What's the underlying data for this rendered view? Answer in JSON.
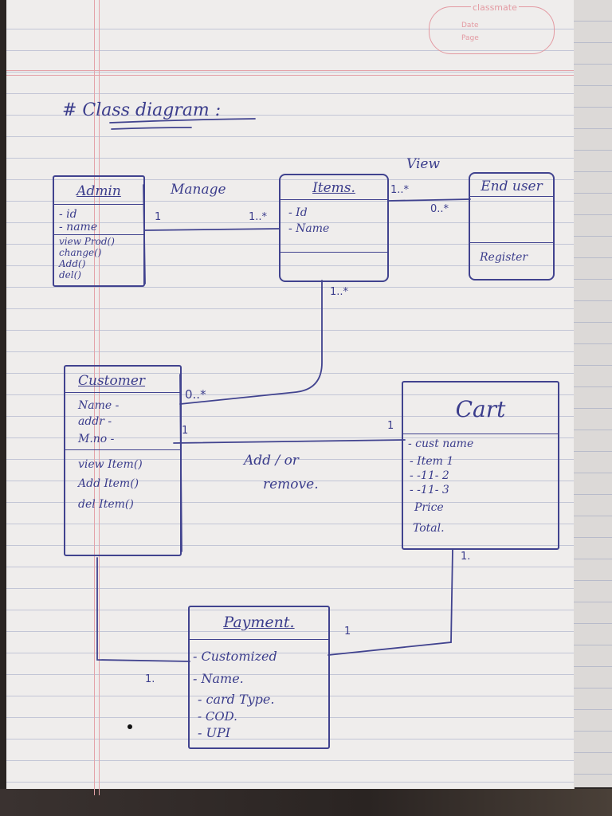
{
  "header": {
    "brand": "classmate",
    "date_label": "Date",
    "page_label": "Page"
  },
  "title": "# Class diagram :",
  "classes": {
    "admin": {
      "name": "Admin",
      "attributes": [
        "- id",
        "- name"
      ],
      "methods": [
        "view Prod()",
        "change()",
        "Add()",
        "del()"
      ]
    },
    "items": {
      "name": "Items.",
      "attributes": [
        "- Id",
        "- Name"
      ],
      "methods": []
    },
    "end_user": {
      "name": "End user",
      "attributes": [],
      "methods": [
        "Register"
      ]
    },
    "customer": {
      "name": "Customer",
      "attributes": [
        "Name -",
        "addr -",
        "M.no -"
      ],
      "methods": [
        "view Item()",
        "Add Item()",
        "del Item()"
      ]
    },
    "cart": {
      "name": "Cart",
      "attributes": [
        "- cust name",
        "- Item 1",
        "- -11- 2",
        "- -11- 3",
        "Price",
        "Total."
      ],
      "methods": []
    },
    "payment": {
      "name": "Payment.",
      "attributes": [
        "- Customized",
        "- Name.",
        "- card Type.",
        "- COD.",
        "- UPI"
      ],
      "methods": []
    }
  },
  "relations": {
    "manage": {
      "label": "Manage",
      "admin_mult": "1",
      "items_mult": "1..*"
    },
    "view": {
      "label": "View",
      "items_mult": "1..*",
      "end_user_mult": "0..*"
    },
    "items_customer": {
      "items_mult": "1..*",
      "customer_mult": "0..*"
    },
    "customer_cart": {
      "label_line1": "Add / or",
      "label_line2": "remove.",
      "customer_mult": "1",
      "cart_mult": "1"
    },
    "customer_payment": {
      "customer_mult": "1."
    },
    "cart_payment": {
      "cart_mult": "1.",
      "payment_mult": "1"
    }
  }
}
